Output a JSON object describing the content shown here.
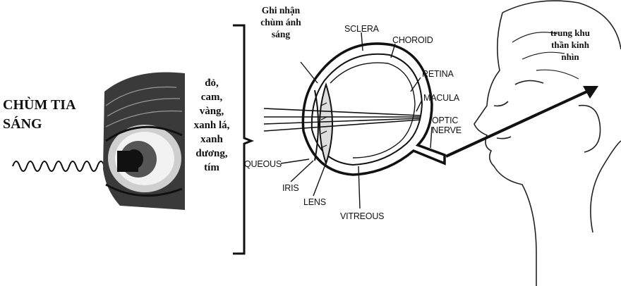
{
  "light_beam_label": [
    "CHÙM TIA",
    "SÁNG"
  ],
  "color_list": [
    "đỏ,",
    "cam,",
    "vàng,",
    "xanh lá,",
    "xanh",
    "dương,",
    "tím"
  ],
  "receive_label": [
    "Ghi nhận",
    "chùm ánh",
    "sáng"
  ],
  "brain_label": [
    "trung khu",
    "thần kinh",
    "nhìn"
  ],
  "eye_parts": {
    "sclera": "SCLERA",
    "choroid": "CHOROID",
    "retina": "RETINA",
    "macula": "MACULA",
    "optic_nerve": [
      "OPTIC",
      "NERVE"
    ],
    "aqueous": "QUEOUS",
    "iris": "IRIS",
    "lens": "LENS",
    "vitreous": "VITREOUS"
  }
}
